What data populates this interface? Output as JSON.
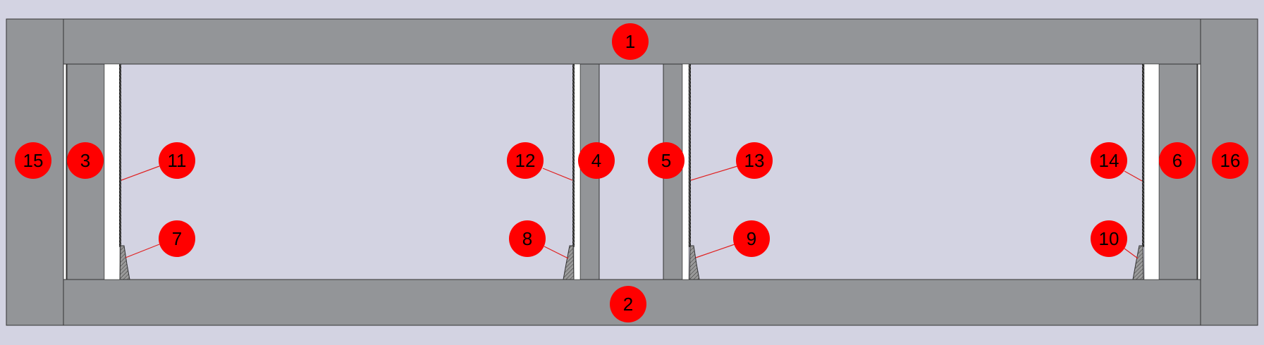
{
  "colors": {
    "background": "#d3d3e2",
    "frame": "#939598",
    "outline": "#333333",
    "callout_fill": "#ff0000",
    "leader_line": "#e02020",
    "label_text": "#000000"
  },
  "callouts": [
    {
      "id": "1",
      "label": "1"
    },
    {
      "id": "2",
      "label": "2"
    },
    {
      "id": "3",
      "label": "3"
    },
    {
      "id": "4",
      "label": "4"
    },
    {
      "id": "5",
      "label": "5"
    },
    {
      "id": "6",
      "label": "6"
    },
    {
      "id": "7",
      "label": "7"
    },
    {
      "id": "8",
      "label": "8"
    },
    {
      "id": "9",
      "label": "9"
    },
    {
      "id": "10",
      "label": "10"
    },
    {
      "id": "11",
      "label": "11"
    },
    {
      "id": "12",
      "label": "12"
    },
    {
      "id": "13",
      "label": "13"
    },
    {
      "id": "14",
      "label": "14"
    },
    {
      "id": "15",
      "label": "15"
    },
    {
      "id": "16",
      "label": "16"
    }
  ]
}
